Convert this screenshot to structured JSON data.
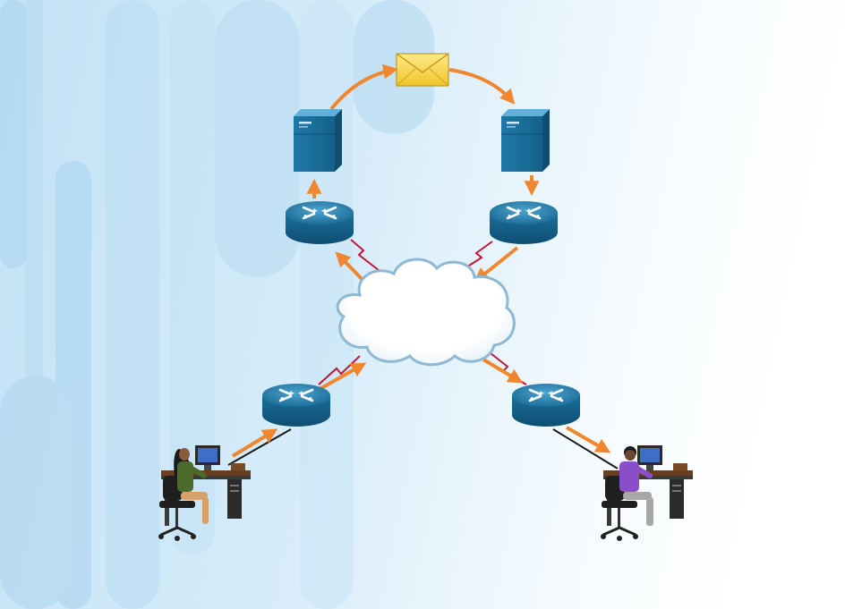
{
  "diagram": {
    "colors": {
      "background_light": "#ffffff",
      "background_blue": "#c9e4f6",
      "stripe_blue": "#a9d3ef",
      "flow_arrow": "#f0872f",
      "serial_link": "#c0163a",
      "ethernet_link": "#1a1a1a",
      "device_blue": "#1d6e99",
      "envelope_yellow": "#f8d43a",
      "cloud_outline": "#8fb8d3"
    },
    "nodes": [
      {
        "id": "envelope",
        "icon": "email-envelope-icon"
      },
      {
        "id": "server-left",
        "icon": "server-icon"
      },
      {
        "id": "server-right",
        "icon": "server-icon"
      },
      {
        "id": "router-top-left",
        "icon": "router-icon"
      },
      {
        "id": "router-top-right",
        "icon": "router-icon"
      },
      {
        "id": "router-bottom-left",
        "icon": "router-icon"
      },
      {
        "id": "router-bottom-right",
        "icon": "router-icon"
      },
      {
        "id": "internet-cloud",
        "icon": "cloud-icon"
      },
      {
        "id": "user-left",
        "icon": "person-at-workstation-icon"
      },
      {
        "id": "user-right",
        "icon": "person-at-workstation-icon"
      }
    ],
    "flow_path": [
      "user-left",
      "router-bottom-left",
      "internet-cloud",
      "router-top-left",
      "server-left",
      "envelope",
      "server-right",
      "router-top-right",
      "internet-cloud",
      "router-bottom-right",
      "user-right"
    ]
  }
}
